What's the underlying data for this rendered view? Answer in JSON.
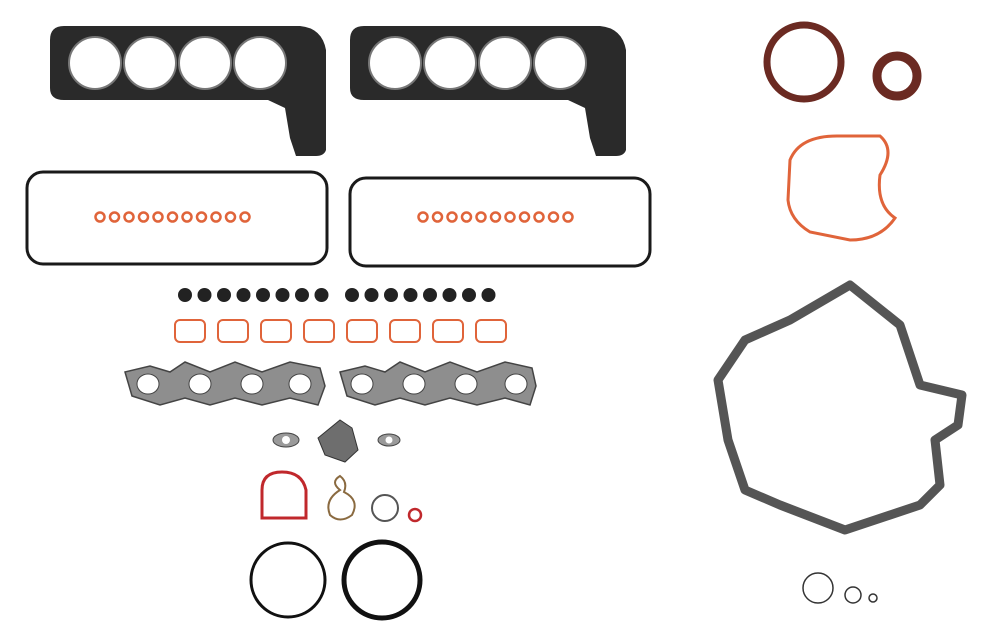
{
  "colors": {
    "background": "#ffffff",
    "steel_gasket": "#2a2a2a",
    "steel_face": "#8e8e8e",
    "orange_seal": "#e0643a",
    "red_seal": "#c0282c",
    "brown_seal": "#6b2a22",
    "black_ring": "#111111"
  },
  "counts": {
    "head_gaskets": 2,
    "valve_cover_gaskets": 2,
    "spark_tube_seals_per_cover": 11,
    "valve_stem_seals": 16,
    "intake_port_gaskets": 8,
    "exhaust_manifold_gaskets": 2
  }
}
